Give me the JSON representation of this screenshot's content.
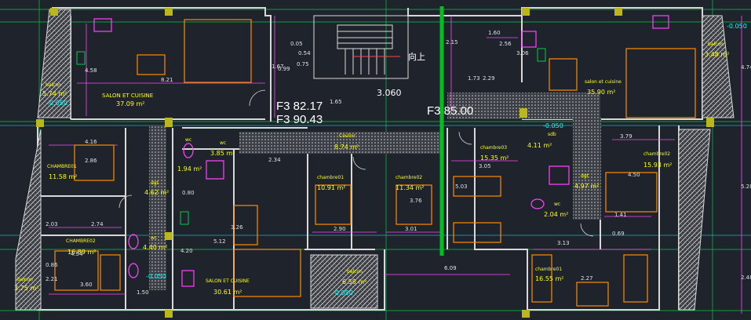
{
  "colors": {
    "background": "#1f232b",
    "wall": "#d8d8d8",
    "dimension": "#ff44ff",
    "room_label": "#ffff00",
    "furniture": "#ff8c00",
    "axis": "#00cc44",
    "water": "#00ffff",
    "section_line": "#00c020",
    "column": "#b9b61e"
  },
  "totals": {
    "apt_left_line1": "F3 82.17",
    "apt_left_line2": "F3 90.43",
    "apt_right": "F3 85.00"
  },
  "stair": {
    "label": "向上",
    "level": "3.060"
  },
  "rooms": [
    {
      "name": "SALON ET CUISINE",
      "area": "37.09 m²"
    },
    {
      "name": "balcon",
      "area": "5.74 m²"
    },
    {
      "name": "CHAMBRE01",
      "area": "11.58 m²"
    },
    {
      "name": "CHAMBRE02",
      "area": "16.89 m²"
    },
    {
      "name": "balcon",
      "area": "3.75 m²"
    },
    {
      "name": "wc",
      "area": "3.85 m²"
    },
    {
      "name": "wc",
      "area": "1.94 m²"
    },
    {
      "name": "dgt",
      "area": "4.62 m²"
    },
    {
      "name": "wc",
      "area": "4.40 m²"
    },
    {
      "name": "Couloir",
      "area": "8.74 m²"
    },
    {
      "name": "chambre01",
      "area": "10.91 m²"
    },
    {
      "name": "chambre02",
      "area": "11.34 m²"
    },
    {
      "name": "SALON ET CUISINE",
      "area": "30.61 m²"
    },
    {
      "name": "balcon",
      "area": "6.58 m²"
    },
    {
      "name": "salon et cuisine",
      "area": "35.90 m²"
    },
    {
      "name": "balcon",
      "area": "3.48 m²"
    },
    {
      "name": "chambre03",
      "area": "15.35 m²"
    },
    {
      "name": "sdb",
      "area": "4.11 m²"
    },
    {
      "name": "dgt",
      "area": "4.97 m²"
    },
    {
      "name": "wc",
      "area": "2.04 m²"
    },
    {
      "name": "chambre02",
      "area": "15.93 m²"
    },
    {
      "name": "chambre01",
      "area": "16.55 m²"
    }
  ],
  "levels": {
    "balcon_left": "-0.050",
    "dgt_left": "-0.050",
    "sdb_right": "-0.050",
    "balcon_bottom": "-0.050",
    "balcon_top_right": "-0.050"
  },
  "dimensions": {
    "d_8_21": "8.21",
    "d_4_58": "4.58",
    "d_4_16": "4.16",
    "d_2_86": "2.86",
    "d_2_03": "2.03",
    "d_2_74": "2.74",
    "d_4_54": "4.54",
    "d_0_86": "0.86",
    "d_2_21": "2.21",
    "d_3_60": "3.60",
    "d_2_90": "2.90",
    "d_3_01": "3.01",
    "d_2_34": "2.34",
    "d_1_67": "1.67",
    "d_0_99": "0.99",
    "d_0_54": "0.54",
    "d_1_65": "1.65",
    "d_2_15": "2.15",
    "d_1_60": "1.60",
    "d_2_56": "2.56",
    "d_3_06": "3.06",
    "d_2_29": "2.29",
    "d_1_73": "1.73",
    "d_3_05": "3.05",
    "d_5_03": "5.03",
    "d_3_79": "3.79",
    "d_4_50": "4.50",
    "d_1_41": "1.41",
    "d_3_13": "3.13",
    "d_6_09": "6.09",
    "d_2_27": "2.27",
    "d_5_12": "5.12",
    "d_3_26": "3.26",
    "d_0_80": "0.80",
    "d_4_20": "4.20",
    "d_4_74": "4.74",
    "d_5_28": "5.28",
    "d_2_48": "2.48",
    "d_3_76": "3.76",
    "d_0_69": "0.69",
    "d_1_50": "1.50",
    "d_0_05": "0.05",
    "d_0_75": "0.75"
  }
}
